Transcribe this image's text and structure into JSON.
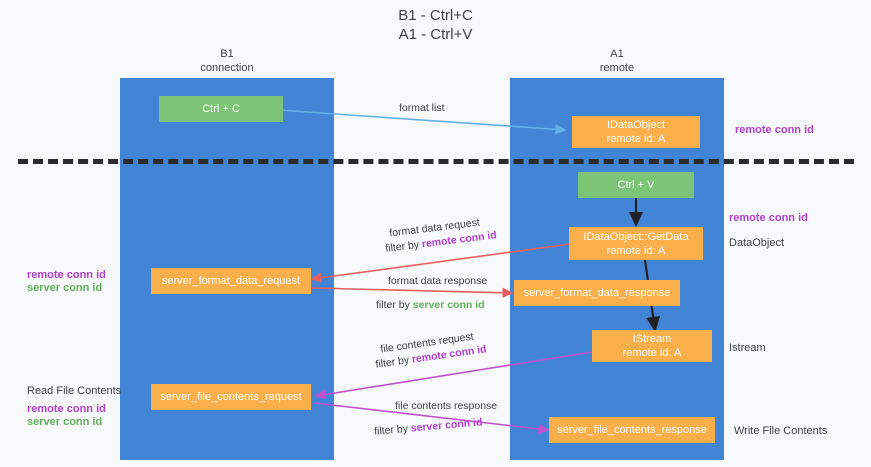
{
  "title": {
    "line1": "B1 - Ctrl+C",
    "line2": "A1 - Ctrl+V"
  },
  "lanes": [
    {
      "id": "b1",
      "name": "B1",
      "sub": "connection"
    },
    {
      "id": "a1",
      "name": "A1",
      "sub": "remote"
    }
  ],
  "nodes": {
    "ctrl_c": {
      "line1": "Ctrl + C",
      "line2": "",
      "color": "#7cc576"
    },
    "idataobject": {
      "line1": "IDataObject",
      "line2": "remote id: A",
      "color": "#fbaf4b"
    },
    "ctrl_v": {
      "line1": "Ctrl + V",
      "line2": "",
      "color": "#7cc576"
    },
    "getdata": {
      "line1": "IDataObject::GetData",
      "line2": "remote id: A",
      "color": "#fbaf4b"
    },
    "server_format_data_request": {
      "line1": "server_format_data_request",
      "line2": "",
      "color": "#fbaf4b"
    },
    "server_format_data_response": {
      "line1": "server_format_data_response",
      "line2": "",
      "color": "#fbaf4b"
    },
    "istream": {
      "line1": "IStream",
      "line2": "remote id: A",
      "color": "#fbaf4b"
    },
    "server_file_contents_request": {
      "line1": "server_file_contents_request",
      "line2": "",
      "color": "#fbaf4b"
    },
    "server_file_contents_response": {
      "line1": "server_file_contents_response",
      "line2": "",
      "color": "#fbaf4b"
    }
  },
  "edge_labels": {
    "format_list": "format list",
    "format_data_request": "format data request",
    "format_data_request_filter_prefix": "filter by ",
    "format_data_request_filter_key": "remote conn id",
    "format_data_response": "format data response",
    "format_data_response_filter_prefix": "filter by ",
    "format_data_response_filter_key": "server conn id",
    "file_contents_request": "file contents request",
    "file_contents_request_filter_prefix": "filter by ",
    "file_contents_request_filter_key": "remote conn id",
    "file_contents_response": "file contents response",
    "file_contents_response_filter_prefix": "filter by ",
    "file_contents_response_filter_key": "server conn id"
  },
  "side_labels": {
    "right_remote_conn_id_top": "remote conn id",
    "right_remote_conn_id_mid": "remote conn id",
    "right_dataobject": "DataObject",
    "right_istream": "Istream",
    "right_write_file_contents": "Write File Contents",
    "left_remote_conn_id_mid": "remote conn id",
    "left_server_conn_id_mid": "server conn id",
    "left_read_file_contents": "Read File Contents",
    "left_remote_conn_id_bottom": "remote conn id",
    "left_server_conn_id_bottom": "server conn id"
  },
  "colors": {
    "lane": "#4285d6",
    "green_node": "#7cc576",
    "orange_node": "#fbaf4b",
    "purple_text": "#b03fd0",
    "green_text": "#61b05c",
    "arrow_blue": "#62b0e8",
    "arrow_red": "#e8605d",
    "arrow_magenta": "#c04fd0",
    "arrow_black": "#202124",
    "separator": "#2b2b2b",
    "background": "#f8f9fa"
  }
}
